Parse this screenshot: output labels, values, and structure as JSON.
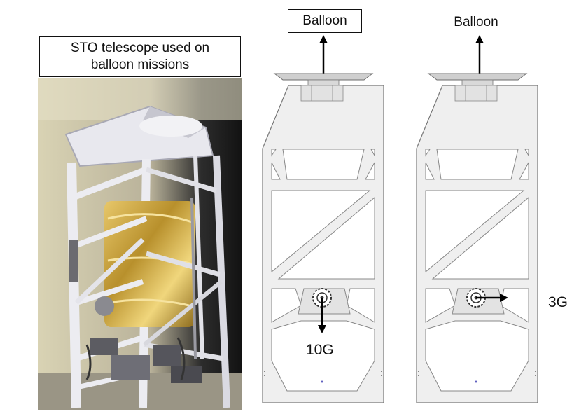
{
  "photo_caption": "STO telescope used on balloon missions",
  "diagrams": [
    {
      "top_label": "Balloon",
      "force_label": "10G"
    },
    {
      "top_label": "Balloon",
      "force_label": "3G"
    }
  ],
  "colors": {
    "frame_fill": "#eeeeee",
    "frame_stroke": "#707070",
    "arrow": "#000000",
    "foil": "#c9a436"
  }
}
